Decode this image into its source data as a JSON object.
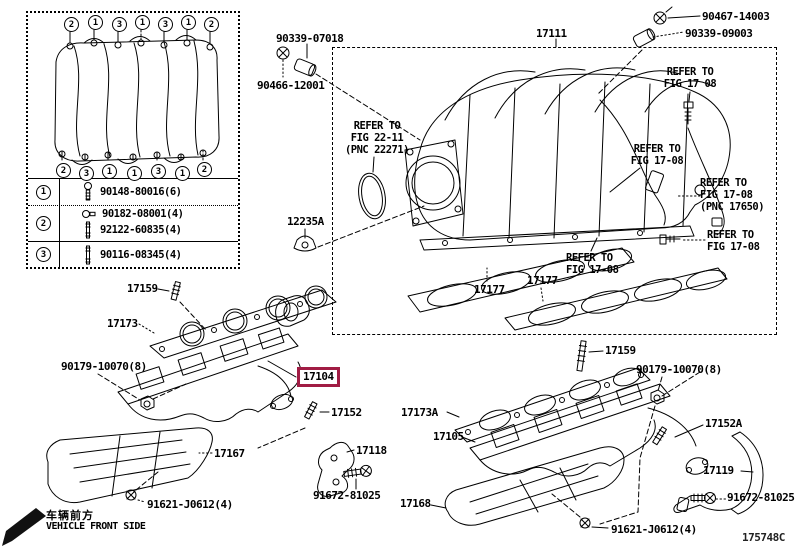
{
  "colors": {
    "line": "#000000",
    "highlight": "#a11c44",
    "background": "#ffffff"
  },
  "diagram_code": "175748C",
  "inset": {
    "callouts_top": [
      "2",
      "1",
      "3",
      "1",
      "3",
      "1",
      "2"
    ],
    "callouts_bottom": [
      "2",
      "3",
      "1",
      "1",
      "3",
      "1",
      "2"
    ],
    "legend": [
      {
        "num": "1",
        "parts": [
          "90148-80016(6)"
        ]
      },
      {
        "num": "2",
        "parts": [
          "90182-08001(4)",
          "92122-60835(4)"
        ]
      },
      {
        "num": "3",
        "parts": [
          "90116-08345(4)"
        ]
      }
    ]
  },
  "labels": {
    "p17111": "17111",
    "p90339_07018": "90339-07018",
    "p90466_12001": "90466-12001",
    "p90467_14003": "90467-14003",
    "p90339_09003": "90339-09003",
    "p12235A": "12235A",
    "p17177_a": "17177",
    "p17177_b": "17177",
    "p17159_left": "17159",
    "p17173": "17173",
    "p90179_left": "90179-10070(8)",
    "p17104": "17104",
    "p17152": "17152",
    "p17167": "17167",
    "p91621_left": "91621-J0612(4)",
    "p17118": "17118",
    "p91672_left": "91672-81025",
    "p17159_right": "17159",
    "p90179_right": "90179-10070(8)",
    "p17173A": "17173A",
    "p17105": "17105",
    "p17152A": "17152A",
    "p17119": "17119",
    "p91672_right": "91672-81025",
    "p17168": "17168",
    "p91621_right": "91621-J0612(4)"
  },
  "notes": {
    "fig2211": [
      "REFER TO",
      "FIG 22-11",
      "(PNC 22271)"
    ],
    "fig1708_top": [
      "REFER TO",
      "FIG 17 08"
    ],
    "fig1708_mid": [
      "REFER TO",
      "FIG 17-08"
    ],
    "fig1708_pnc": [
      "REFER TO",
      "FIG 17-08",
      "(PNC 17650)"
    ],
    "fig1708_right": [
      "REFER TO",
      "FIG 17-08"
    ],
    "fig1708_bottom": [
      "REFER TO",
      "FIG 17-08"
    ]
  },
  "footer": {
    "front_cn": "车辆前方",
    "front_en": "VEHICLE FRONT SIDE"
  }
}
